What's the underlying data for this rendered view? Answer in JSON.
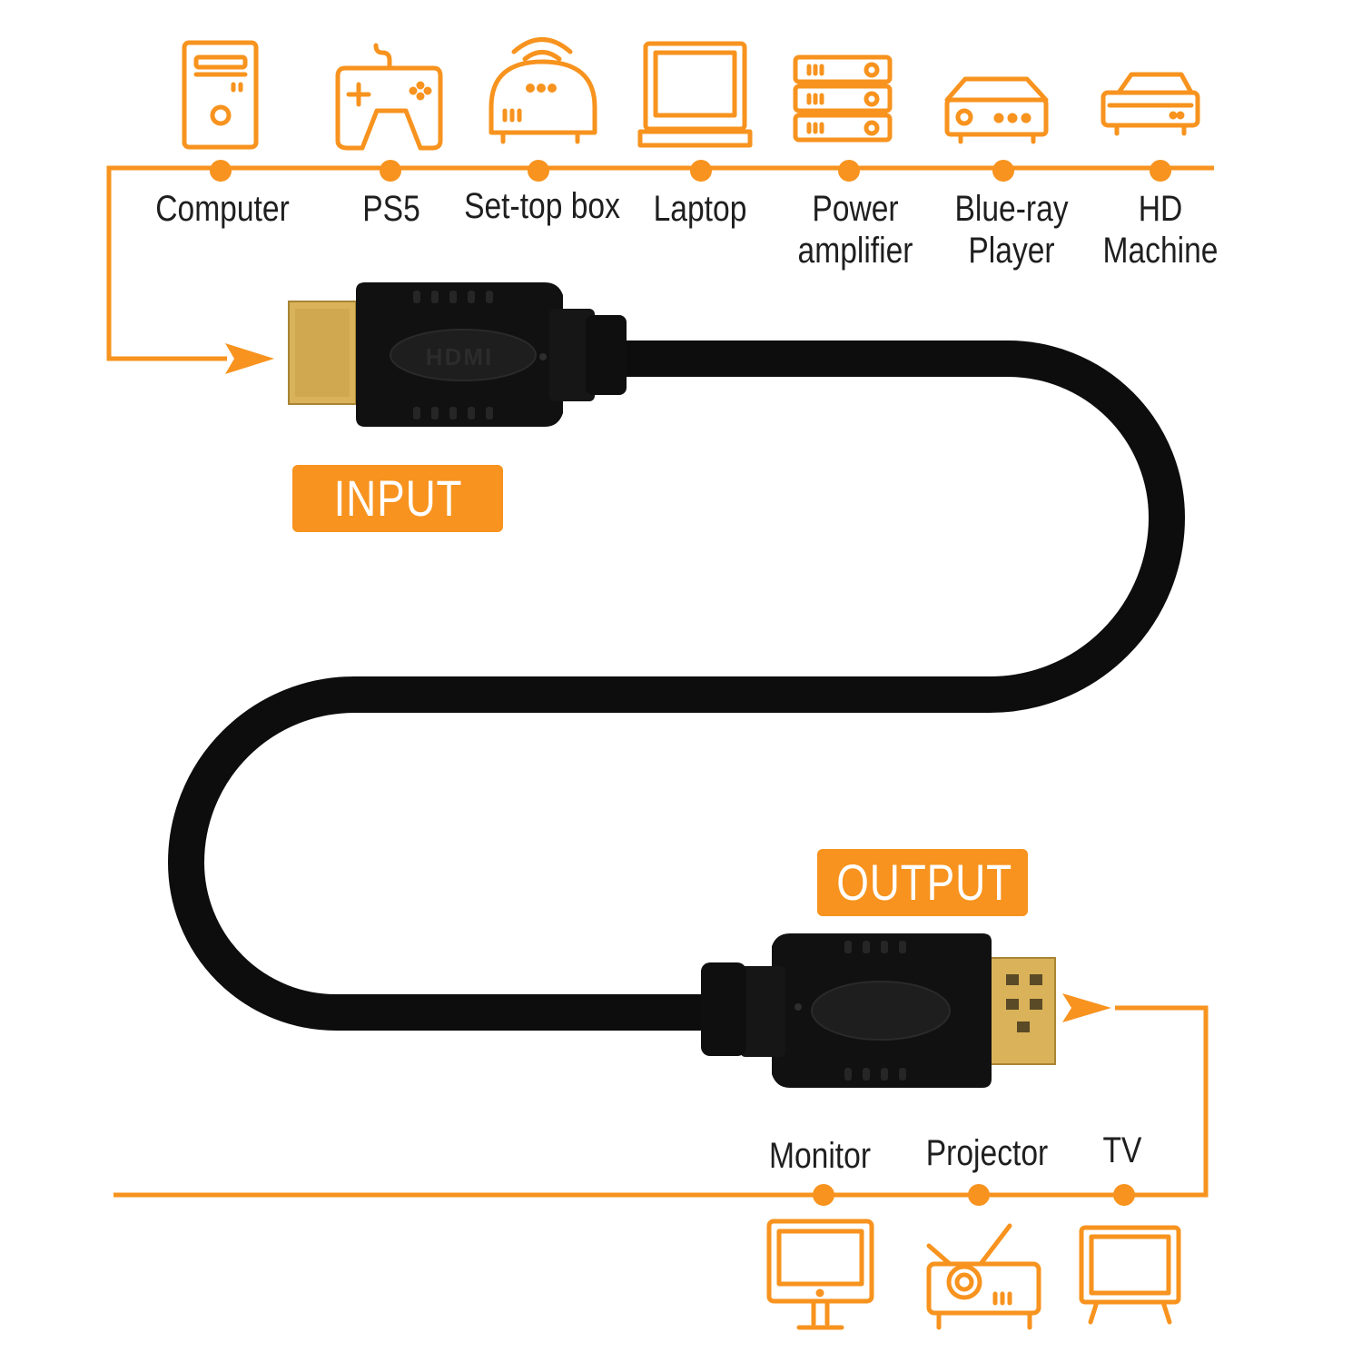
{
  "colors": {
    "accent": "#f7931e",
    "cable": "#0d0d0d",
    "gold": "#d9b25a",
    "text": "#1f1f1f"
  },
  "input": {
    "tag": "INPUT",
    "devices": [
      {
        "id": "computer",
        "icon": "computer-tower-icon",
        "lines": [
          "Computer"
        ]
      },
      {
        "id": "ps5",
        "icon": "gamepad-icon",
        "lines": [
          "PS5"
        ]
      },
      {
        "id": "set-top-box",
        "icon": "wifi-router-icon",
        "lines": [
          "Set-top box"
        ]
      },
      {
        "id": "laptop",
        "icon": "laptop-icon",
        "lines": [
          "Laptop"
        ]
      },
      {
        "id": "power-amplifier",
        "icon": "amplifier-rack-icon",
        "lines": [
          "Power",
          "amplifier"
        ]
      },
      {
        "id": "blue-ray-player",
        "icon": "disc-player-icon",
        "lines": [
          "Blue-ray",
          "Player"
        ]
      },
      {
        "id": "hd-machine",
        "icon": "hd-box-icon",
        "lines": [
          "HD",
          "Machine"
        ]
      }
    ]
  },
  "output": {
    "tag": "OUTPUT",
    "devices": [
      {
        "id": "monitor",
        "icon": "monitor-icon",
        "lines": [
          "Monitor"
        ]
      },
      {
        "id": "projector",
        "icon": "projector-icon",
        "lines": [
          "Projector"
        ]
      },
      {
        "id": "tv",
        "icon": "tv-icon",
        "lines": [
          "TV"
        ]
      }
    ]
  },
  "connector": {
    "logo": "HDMI"
  }
}
